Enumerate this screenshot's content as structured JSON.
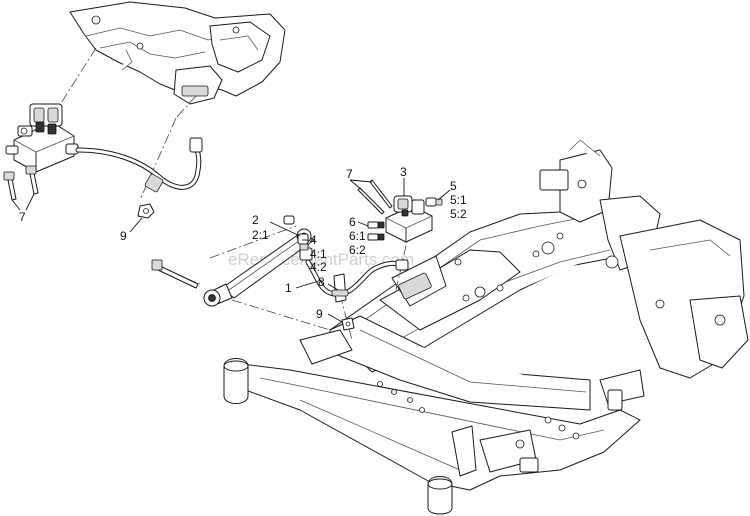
{
  "watermark": "eReplacementParts.com",
  "callouts": {
    "c1": "1",
    "c2": "2",
    "c2_1": "2:1",
    "c3": "3",
    "c4": "4",
    "c4_1": "4:1",
    "c4_2": "4:2",
    "c5": "5",
    "c5_1": "5:1",
    "c5_2": "5:2",
    "c6": "6",
    "c6_1": "6:1",
    "c6_2": "6:2",
    "c7_left": "7",
    "c7_center": "7",
    "c8": "8",
    "c9_left": "9",
    "c9_center": "9"
  }
}
